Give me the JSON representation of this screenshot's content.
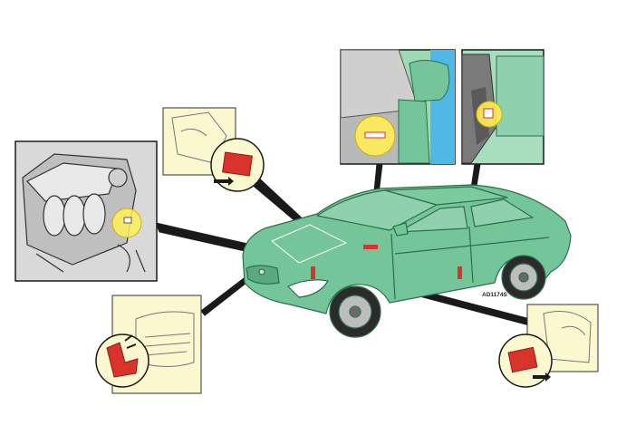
{
  "diagram": {
    "figure_code": "AD1174S",
    "colors": {
      "car_body": "#74c69a",
      "car_outline": "#2e6e4a",
      "callout_background": "#fbf7cf",
      "label_red": "#d9332c",
      "pointer_line": "#1a1a1a",
      "glass_blue": "#4fb8e6"
    },
    "callouts": [
      {
        "name": "engine-bay-label-detail",
        "icon": "engine-icon"
      },
      {
        "name": "hood-latch-label-detail",
        "icon": "label-tag-icon"
      },
      {
        "name": "windshield-vin-detail",
        "icon": "windshield-icon"
      },
      {
        "name": "door-pillar-label-detail",
        "icon": "door-pillar-icon"
      },
      {
        "name": "front-bumper-marking-detail",
        "icon": "bumper-icon"
      },
      {
        "name": "rear-door-label-detail",
        "icon": "label-tag-icon"
      }
    ]
  }
}
